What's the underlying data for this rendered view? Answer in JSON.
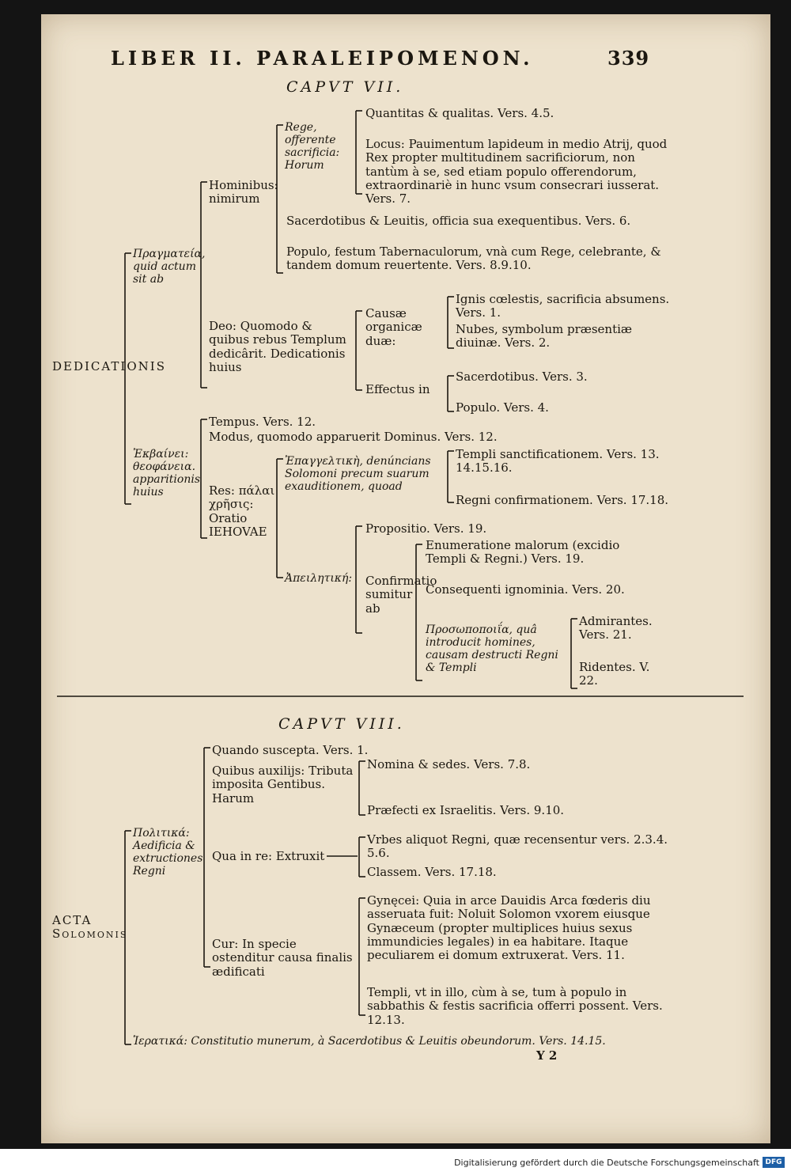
{
  "header": {
    "running_title": "LIBER II. PARALEIPOMENON.",
    "page_number": "339"
  },
  "chap7": {
    "title": "CAPVT VII.",
    "root": "DEDICATIONIS",
    "pragm": {
      "label": "Πραγματεία, quid actum sit ab",
      "hominibus": {
        "label": "Hominibus: nimirum",
        "rege": {
          "label": "Rege, offerente sacrificia: Horum",
          "quantitas": "Quantitas & qualitas. Vers. 4.5.",
          "locus": "Locus: Pauimentum lapideum in medio Atrij, quod Rex propter multitudinem sacrificiorum, non tantùm à se, sed etiam populo offerendorum, extraordinariè in hunc vsum consecrari iusserat. Vers. 7."
        },
        "sacerdotibus": "Sacerdotibus & Leuitis, officia sua exequentibus. Vers. 6.",
        "populo": "Populo, festum Tabernaculorum, vnà cum Rege, celebrante, & tandem domum reuertente. Vers. 8.9.10."
      },
      "deo": {
        "label": "Deo: Quomodo & quibus rebus Templum dedicârit. Dedicationis huius",
        "causae": {
          "label": "Causæ organicæ duæ:",
          "ignis": "Ignis cœlestis, sacrificia absumens. Vers. 1.",
          "nubes": "Nubes, symbolum præsentiæ diuinæ. Vers. 2."
        },
        "effectus": {
          "label": "Effectus in",
          "sacerdotibus": "Sacerdotibus. Vers. 3.",
          "populo": "Populo. Vers. 4."
        }
      }
    },
    "theoph": {
      "label": "Ἐκβαίνει: θεοφάνεια. apparitionis huius",
      "tempus": "Tempus. Vers. 12.",
      "modus": "Modus, quomodo apparuerit Dominus. Vers. 12.",
      "res": {
        "label": "Res: πάλαι χρῆσις: Oratio IEHOVAE",
        "epang": {
          "label": "Ἐπαγγελτικὴ, denúncians Solomoni precum suarum exauditionem, quoad",
          "templi": "Templi sanctificationem. Vers. 13. 14.15.16.",
          "regni": "Regni confirmationem. Vers. 17.18."
        },
        "apeil": {
          "label": "Ἀπειλητική:",
          "propositio": "Propositio. Vers. 19.",
          "confir": {
            "label": "Confirmatio sumitur ab",
            "enumeratione": "Enumeratione malorum (excidio Templi & Regni.) Vers. 19.",
            "consequenti": "Consequenti ignominia. Vers. 20.",
            "prosop": {
              "label": "Προσωποποιΐα, quâ introducit homines, causam destructi Regni & Templi",
              "admirantes": "Admirantes. Vers. 21.",
              "ridentes": "Ridentes. V. 22."
            }
          }
        }
      }
    }
  },
  "chap8": {
    "title": "CAPVT VIII.",
    "root": "ACTA Solomonis",
    "polit": {
      "label": "Πολιτικά: Aedificia & extructiones Regni",
      "quando": "Quando suscepta. Vers. 1.",
      "quibus": {
        "label": "Quibus auxilijs: Tributa imposita Gentibus. Harum",
        "nomina": "Nomina & sedes. Vers. 7.8.",
        "praefecti": "Præfecti ex Israelitis. Vers. 9.10."
      },
      "qua": {
        "label": "Qua in re: Extruxit",
        "vrbes": "Vrbes aliquot Regni, quæ recensentur vers. 2.3.4. 5.6.",
        "classem": "Classem. Vers. 17.18."
      },
      "cur": {
        "label": "Cur: In specie ostenditur causa finalis ædificati",
        "gynecei": "Gynęcei: Quia in arce Dauidis Arca fœderis diu asseruata fuit: Noluit Solomon vxorem eiusque Gynæceum (propter multiplices huius sexus immundicies legales) in ea habitare. Itaque peculiarem ei domum extruxerat. Vers. 11.",
        "templi": "Templi, vt in illo, cùm à se, tum à populo in sabbathis & festis sacrificia offerri possent. Vers. 12.13."
      }
    },
    "hieratika": "Ἱερατικά: Constitutio munerum, à Sacerdotibus & Leuitis obeundorum. Vers. 14.15."
  },
  "signature": "Y 2",
  "credit": "Digitalisierung gefördert durch die Deutsche Forschungsgemeinschaft",
  "logo_text": "DFG"
}
